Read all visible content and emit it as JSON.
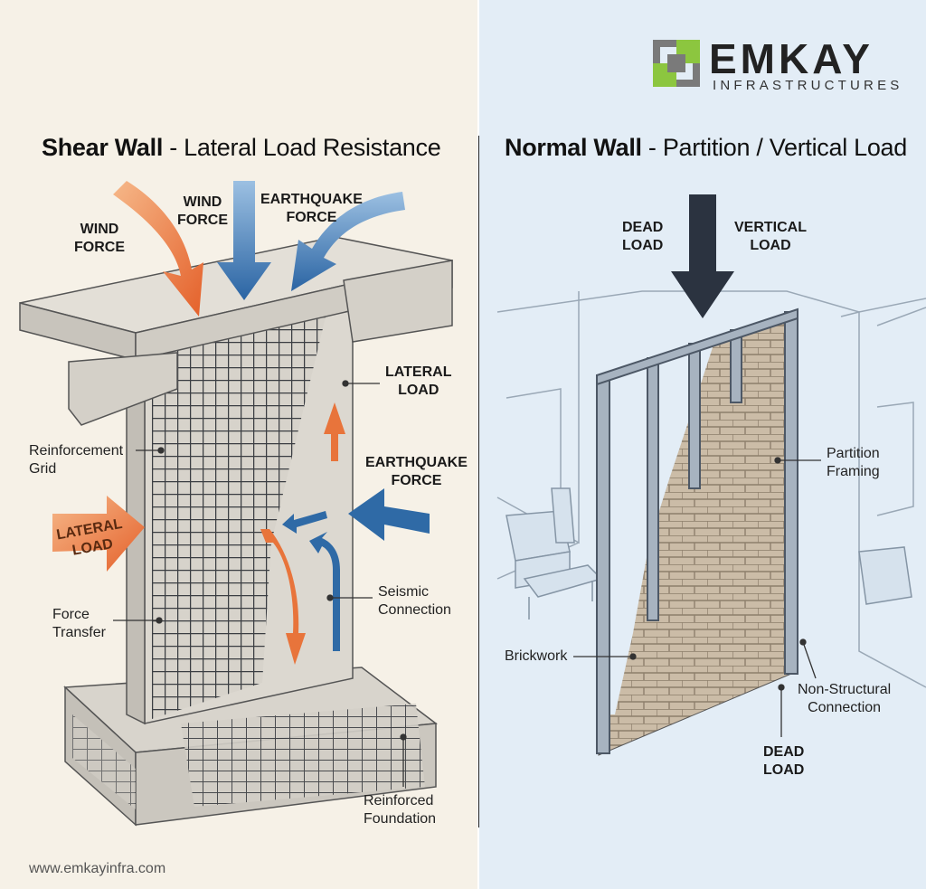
{
  "brand": {
    "name": "EMKAY",
    "subtitle": "INFRASTRUCTURES",
    "colors": {
      "green": "#8cc63f",
      "gray": "#7a7a7a"
    }
  },
  "left_panel": {
    "title_bold": "Shear Wall",
    "title_rest": " - Lateral Load Resistance",
    "labels": {
      "wind_force_1": "WIND\nFORCE",
      "wind_force_2": "WIND\nFORCE",
      "earthquake_force_top": "EARTHQUAKE\nFORCE",
      "lateral_load_right": "LATERAL\nLOAD",
      "earthquake_force_right": "EARTHQUAKE\nFORCE",
      "lateral_load_arrow": "LATERAL\nLOAD",
      "reinforcement_grid": "Reinforcement\nGrid",
      "force_transfer": "Force\nTransfer",
      "seismic_connection": "Seismic\nConnection",
      "reinforced_foundation": "Reinforced\nFoundation"
    },
    "colors": {
      "background": "#f6f1e7",
      "orange": "#e8743b",
      "blue": "#2f6aa6"
    }
  },
  "right_panel": {
    "title_bold": "Normal Wall",
    "title_rest": " - Partition / Vertical Load",
    "labels": {
      "dead_load_top": "DEAD\nLOAD",
      "vertical_load": "VERTICAL\nLOAD",
      "partition_framing": "Partition\nFraming",
      "brickwork": "Brickwork",
      "non_structural_connection": "Non-Structural\nConnection",
      "dead_load_bottom": "DEAD\nLOAD"
    },
    "colors": {
      "background": "#e3edf6",
      "arrow": "#2b3340",
      "brick": "#c9b9a3"
    }
  },
  "footer": {
    "url": "www.emkayinfra.com"
  }
}
